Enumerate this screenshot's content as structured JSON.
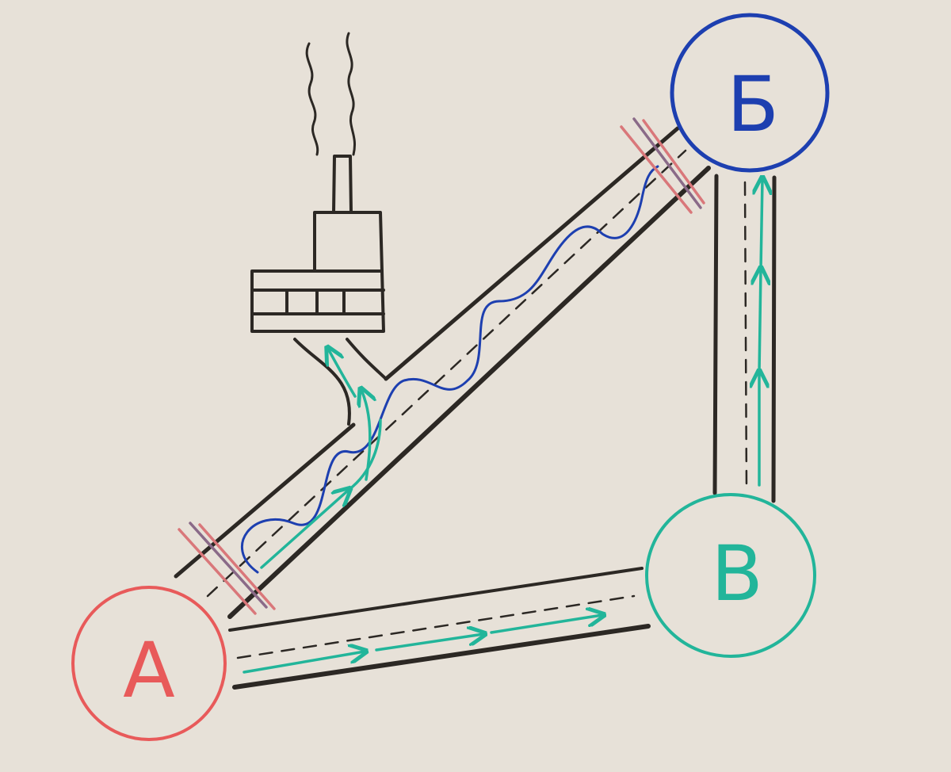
{
  "nodes": {
    "a": {
      "label": "А",
      "color": "#e85a5a"
    },
    "b": {
      "label": "Б",
      "color": "#1d3fb0"
    },
    "v": {
      "label": "В",
      "color": "#22b59a"
    }
  },
  "colors": {
    "board": "#e7e1d8",
    "marker_black": "#2c2824",
    "teal_arrow": "#22b59a",
    "blue_wave": "#1d3fb0",
    "red_hatch": "#d9777a",
    "purple_hatch": "#8a6a88"
  },
  "icons": {
    "factory": "factory-icon",
    "smoke": "smoke-icon"
  }
}
